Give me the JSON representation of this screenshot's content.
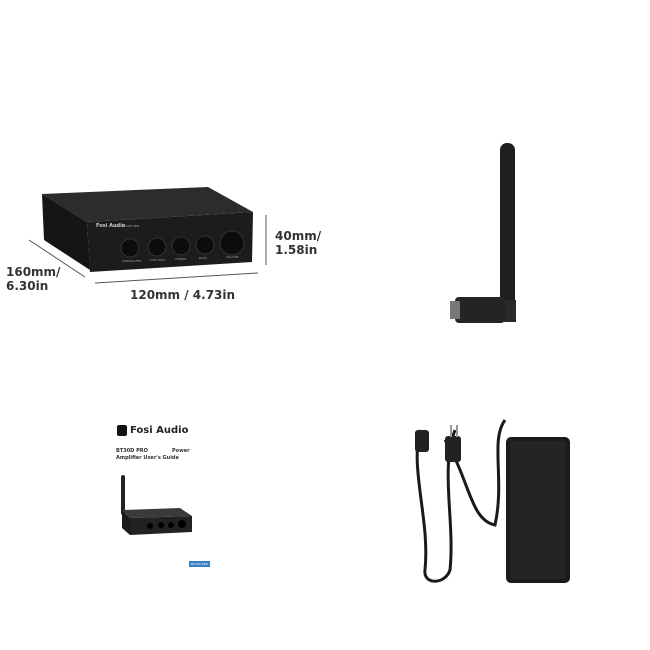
{
  "amplifier": {
    "brand": "Fosi Audio",
    "model_badge": "BT30D PRO",
    "knob_labels": [
      "SUBWOOFER",
      "SUB FREQ",
      "TREBLE",
      "BASS",
      "VOLUME"
    ]
  },
  "dimensions": {
    "depth_mm": "160mm/",
    "depth_in": "6.30in",
    "width": "120mm / 4.73in",
    "height_mm": "40mm/",
    "height_in": "1.58in"
  },
  "manual": {
    "brand": "Fosi Audio",
    "line1_left": "BT30D PRO",
    "line1_right": "Power",
    "line2": "Amplifier User's Guide",
    "badge": "BT30D PRO"
  },
  "colors": {
    "device": "#1e1e1e",
    "badge": "#3a7fc0"
  }
}
